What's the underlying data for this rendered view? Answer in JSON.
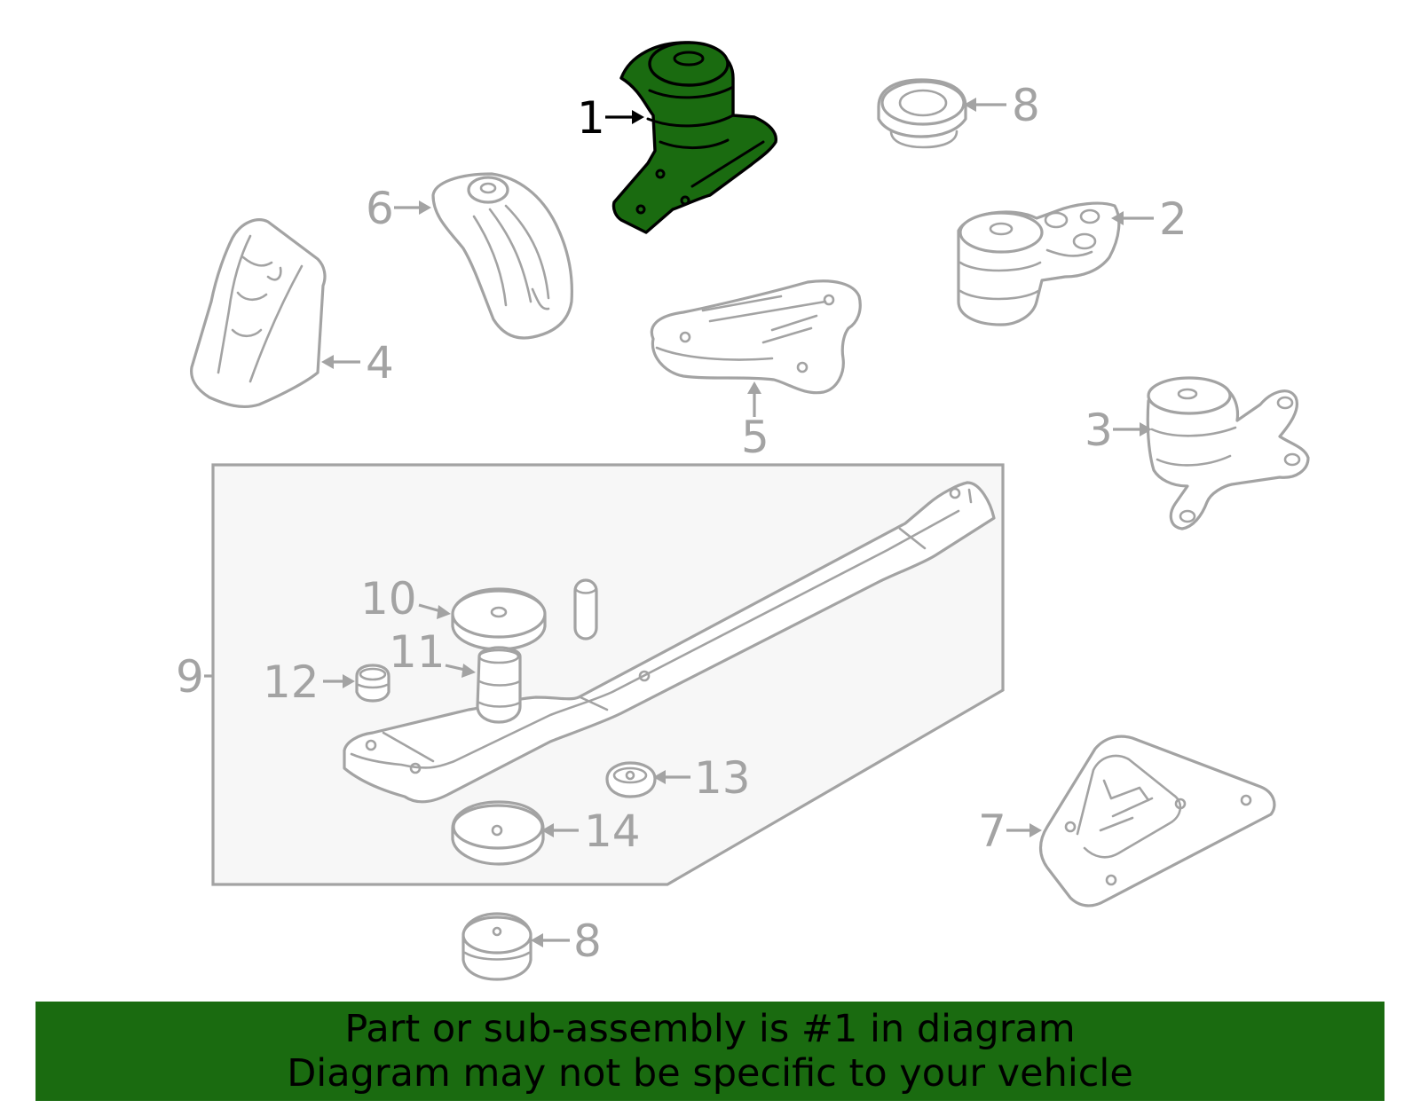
{
  "diagram": {
    "callouts": [
      {
        "id": "1",
        "label": "1",
        "highlighted": true
      },
      {
        "id": "2",
        "label": "2"
      },
      {
        "id": "3",
        "label": "3"
      },
      {
        "id": "4",
        "label": "4"
      },
      {
        "id": "5",
        "label": "5"
      },
      {
        "id": "6",
        "label": "6"
      },
      {
        "id": "7",
        "label": "7"
      },
      {
        "id": "8a",
        "label": "8"
      },
      {
        "id": "8b",
        "label": "8"
      },
      {
        "id": "9",
        "label": "9"
      },
      {
        "id": "10",
        "label": "10"
      },
      {
        "id": "11",
        "label": "11"
      },
      {
        "id": "12",
        "label": "12"
      },
      {
        "id": "13",
        "label": "13"
      },
      {
        "id": "14",
        "label": "14"
      }
    ],
    "colors": {
      "highlight_fill": "#1a6b10",
      "highlight_outline": "#000000",
      "part_outline": "#a3a3a3",
      "banner_background": "#1a6b10",
      "banner_text": "#000000"
    }
  },
  "banner": {
    "line1": "Part or sub-assembly is #1 in diagram",
    "line2": "Diagram may not be specific to your vehicle"
  }
}
